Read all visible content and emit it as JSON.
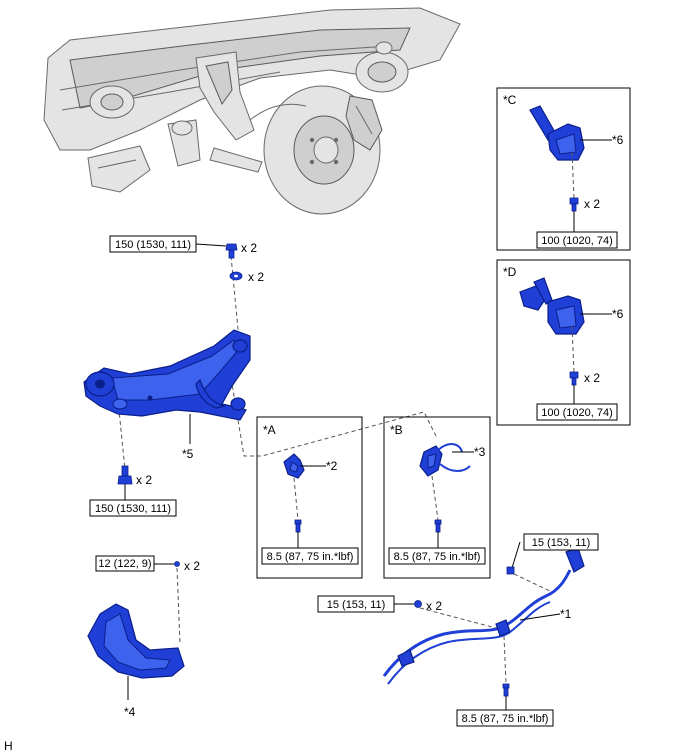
{
  "callouts": {
    "c1": "*1",
    "c2": "*2",
    "c3": "*3",
    "c4": "*4",
    "c5": "*5",
    "c6a": "*6",
    "c6b": "*6"
  },
  "views": {
    "A": "*A",
    "B": "*B",
    "C": "*C",
    "D": "*D"
  },
  "torques": {
    "arm_top": "150 (1530, 111)",
    "arm_bottom": "150 (1530, 111)",
    "view_c": "100 (1020, 74)",
    "view_d": "100 (1020, 74)",
    "view_a": "8.5 (87, 75 in.*lbf)",
    "view_b": "8.5 (87, 75 in.*lbf)",
    "cover": "12 (122, 9)",
    "wire_right": "15 (153, 11)",
    "wire_left": "15 (153, 11)",
    "wire_bottom": "8.5 (87, 75 in.*lbf)"
  },
  "quantities": {
    "arm_top_bolt": "x 2",
    "arm_washer": "x 2",
    "arm_bottom_bolt": "x 2",
    "view_c_bolt": "x 2",
    "view_d_bolt": "x 2",
    "cover_screw": "x 2",
    "wire_left_bolt": "x 2"
  },
  "corner_mark": "H",
  "colors": {
    "part": "#1f3fd6",
    "outline": "#0b1f8a",
    "assembly": "#e4e4e4"
  }
}
